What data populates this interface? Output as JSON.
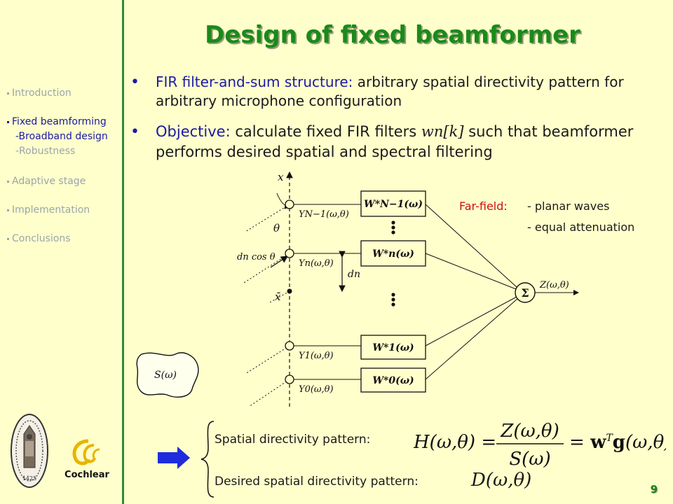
{
  "nav": {
    "items": [
      {
        "label": "Introduction",
        "active": false
      },
      {
        "label": "Fixed beamforming",
        "active": true
      },
      {
        "label": "-Broadband design",
        "active": true,
        "sub": true
      },
      {
        "label": "-Robustness",
        "active": false,
        "sub": true
      },
      {
        "label": "Adaptive stage",
        "active": false
      },
      {
        "label": "Implementation",
        "active": false
      },
      {
        "label": "Conclusions",
        "active": false
      }
    ]
  },
  "slide": {
    "title": "Design of fixed beamformer",
    "bullet1_lead": "FIR filter-and-sum structure:",
    "bullet1_rest": " arbitrary spatial directivity pattern for arbitrary microphone configuration",
    "bullet2_lead": "Objective:",
    "bullet2_rest1": " calculate fixed FIR filters ",
    "bullet2_math": "wn[k]",
    "bullet2_rest2": " such that beamformer performs desired spatial and spectral filtering",
    "farfield_label": "Far-field:",
    "farfield_items": [
      "- planar waves",
      "- equal attenuation"
    ],
    "eq1_label": "Spatial directivity pattern:",
    "eq2_label": "Desired spatial directivity pattern:",
    "eq2": "D(ω,θ)",
    "page_number": "9"
  },
  "diagram": {
    "axis_x": "x",
    "axis_xbar": "x̄",
    "theta": "θ",
    "dcos": "dn cos θ",
    "dn": "dn",
    "source": "S(ω)",
    "sum": "Σ",
    "output": "Z(ω,θ)",
    "channels": [
      {
        "signal": "YN−1(ω,θ)",
        "filter": "W*N−1(ω)"
      },
      {
        "signal": "Yn(ω,θ)",
        "filter": "W*n(ω)"
      },
      {
        "signal": "Y1(ω,θ)",
        "filter": "W*1(ω)"
      },
      {
        "signal": "Y0(ω,θ)",
        "filter": "W*0(ω)"
      }
    ]
  },
  "logos": {
    "cochlear": "Cochlear",
    "seal_year": "1425"
  },
  "colors": {
    "background": "#ffffcc",
    "title": "#1a8a1a",
    "accent_blue": "#1a1aa6",
    "farfield_red": "#cc1111"
  }
}
